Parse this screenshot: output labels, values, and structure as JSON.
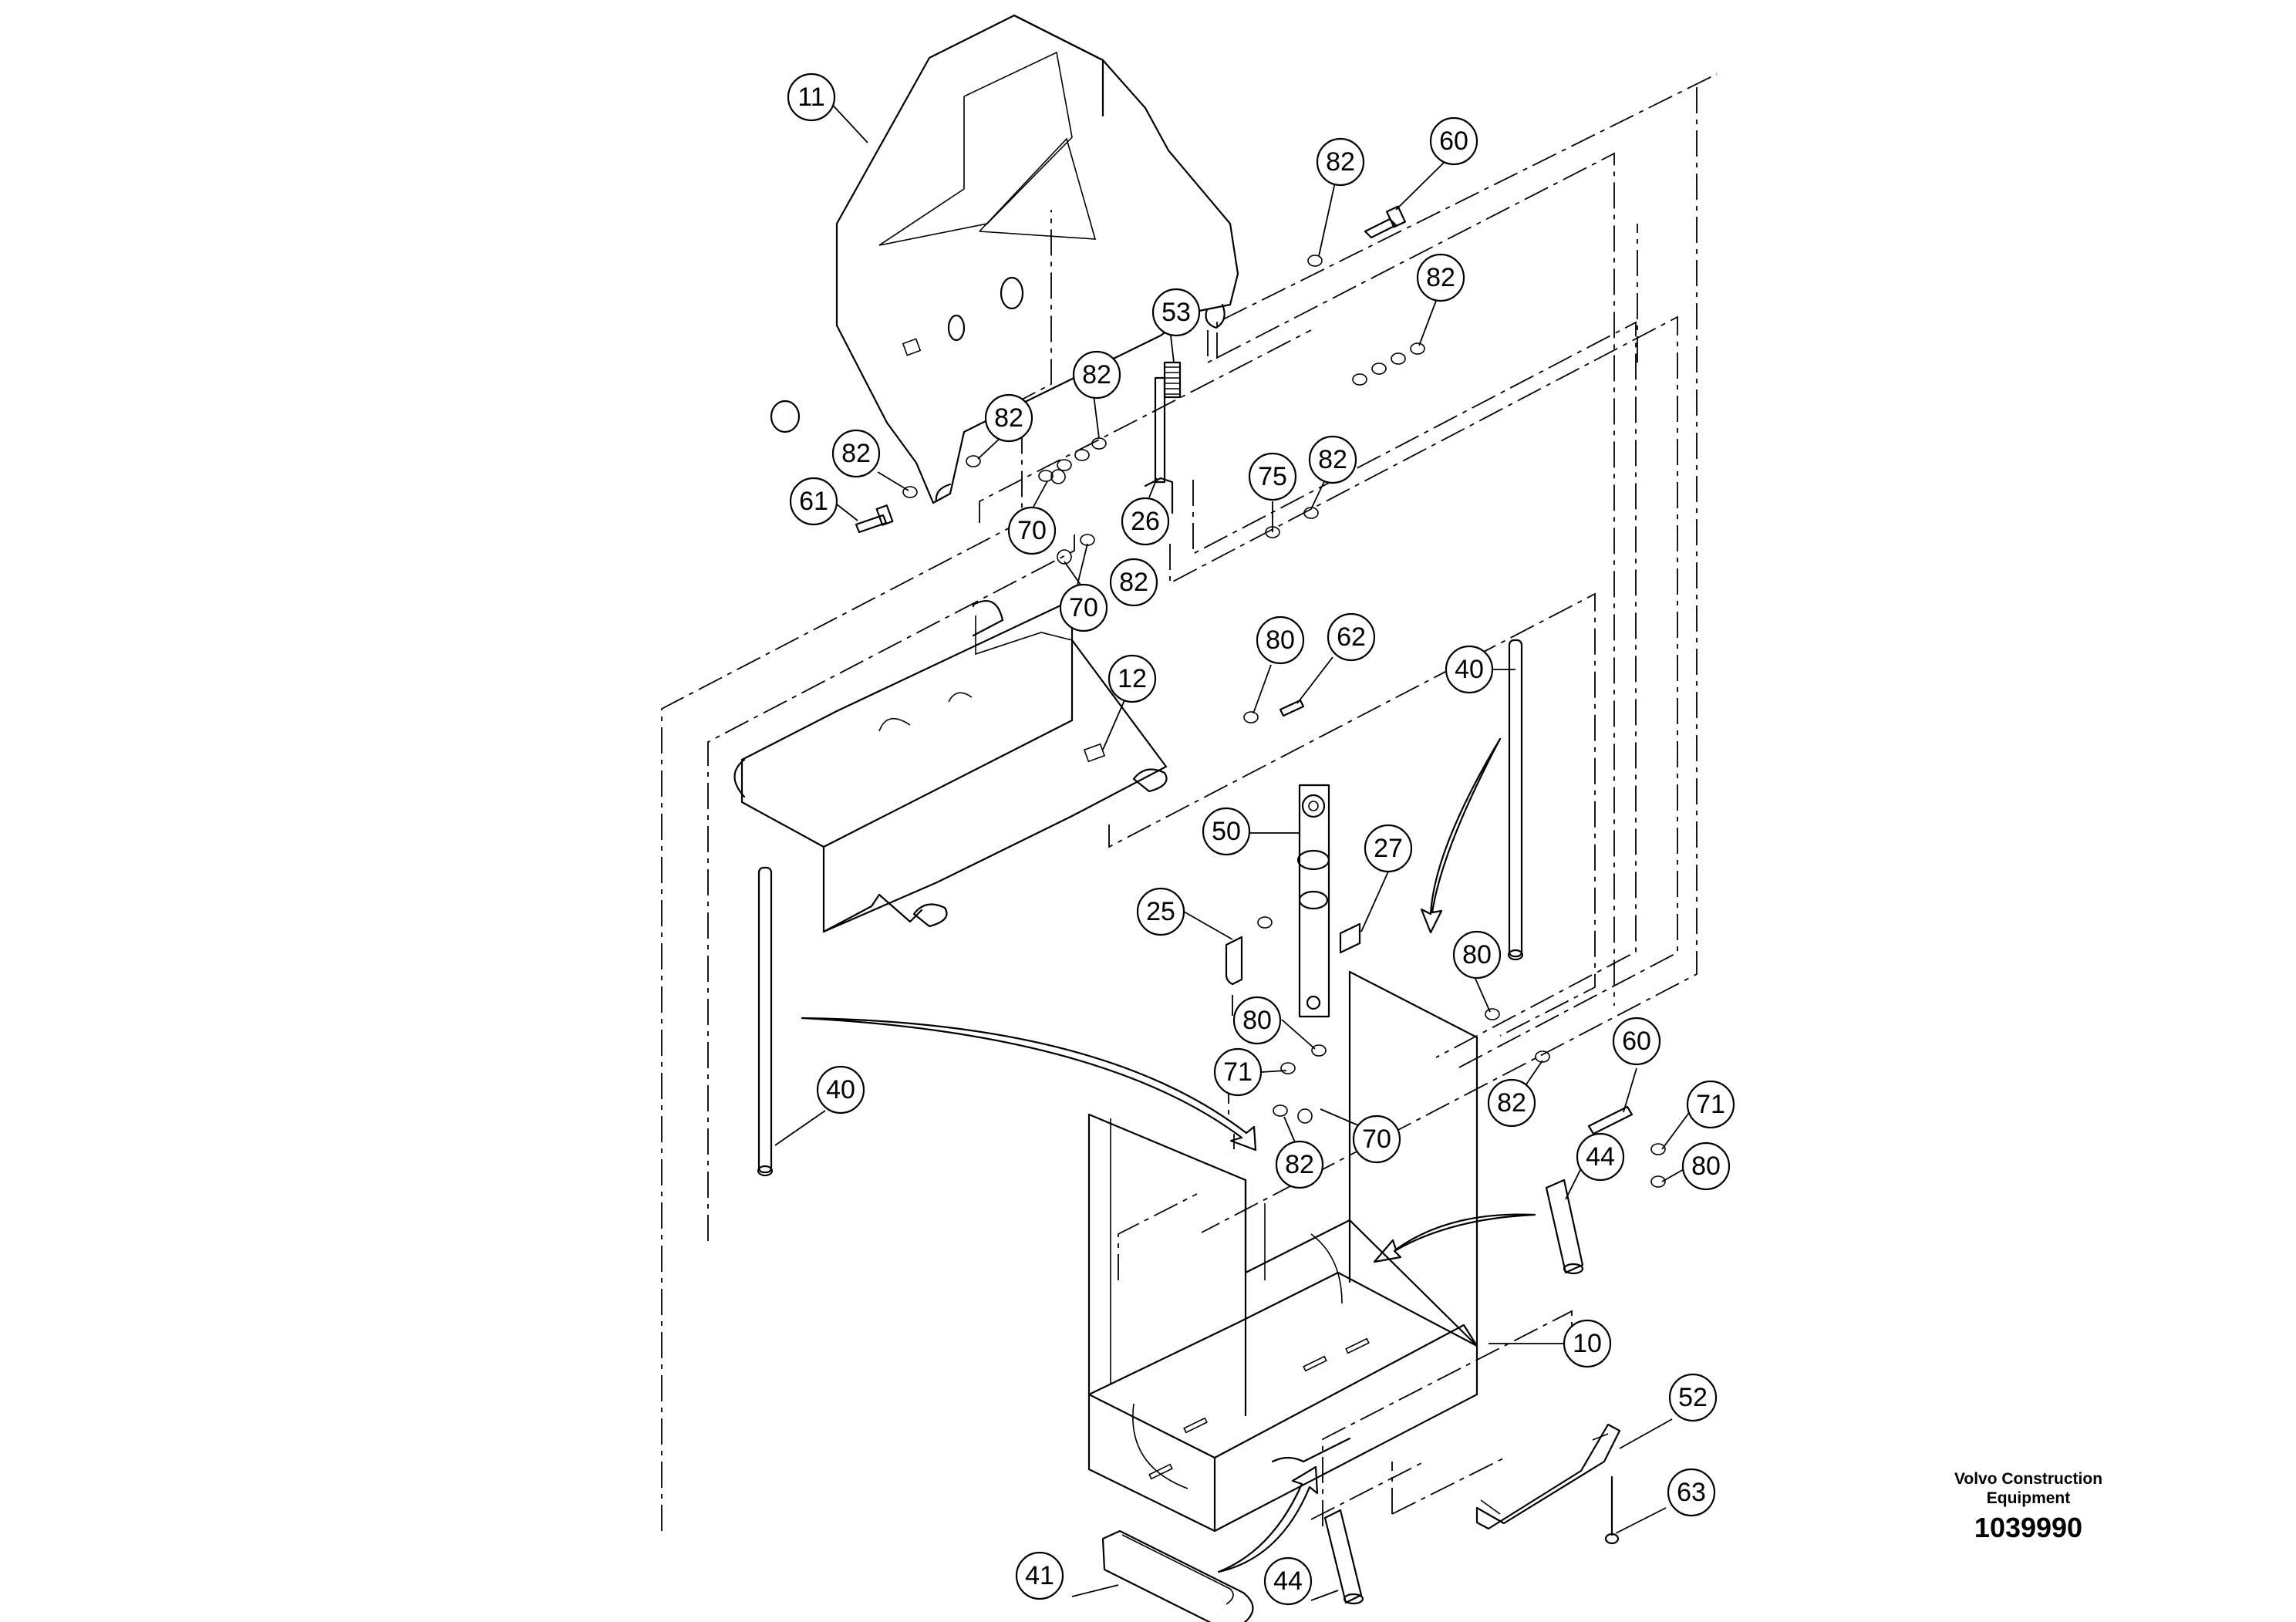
{
  "drawing": {
    "company": "Volvo Construction\nEquipment",
    "document_number": "1039990"
  },
  "callouts": [
    "11",
    "82",
    "60",
    "82",
    "53",
    "82",
    "82",
    "82",
    "61",
    "70",
    "26",
    "75",
    "82",
    "82",
    "70",
    "80",
    "62",
    "40",
    "12",
    "50",
    "27",
    "25",
    "80",
    "80",
    "71",
    "60",
    "82",
    "70",
    "82",
    "40",
    "71",
    "44",
    "80",
    "10",
    "52",
    "63",
    "41",
    "44"
  ],
  "colors": {
    "line": "#000000",
    "background": "#ffffff"
  }
}
